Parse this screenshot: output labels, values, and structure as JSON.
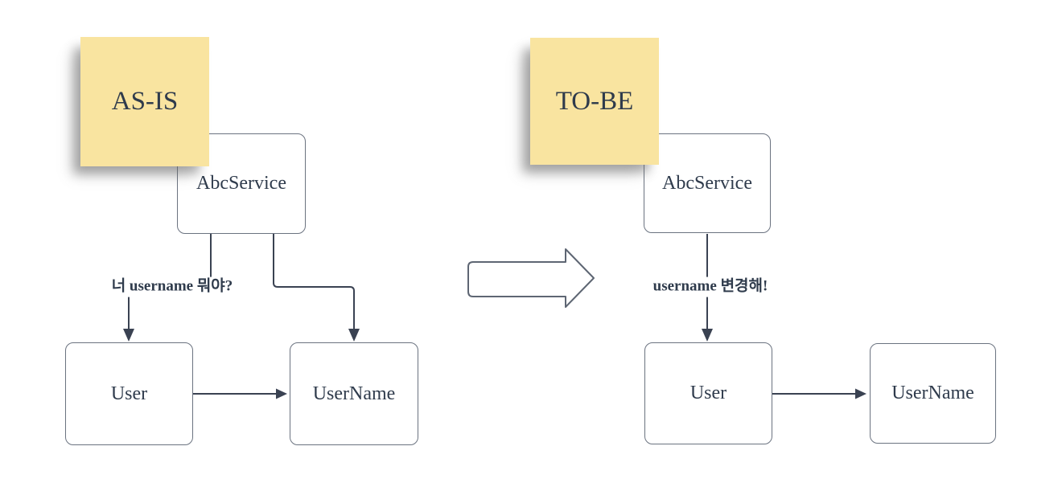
{
  "diagrams": {
    "as_is": {
      "note_label": "AS-IS",
      "service_box_label": "AbcService",
      "user_box_label": "User",
      "username_box_label": "UserName",
      "edge_label": "너 username 뭐야?"
    },
    "to_be": {
      "note_label": "TO-BE",
      "service_box_label": "AbcService",
      "user_box_label": "User",
      "username_box_label": "UserName",
      "edge_label": "username 변경해!"
    }
  },
  "icons": {
    "transition_arrow": "block-arrow-right"
  },
  "colors": {
    "background": "#FFFFFF",
    "note_fill": "#F9E4A0",
    "text": "#2F3B4C",
    "box_border": "#6B7380",
    "edge_stroke": "#3A4252",
    "block_arrow_stroke": "#5E6673"
  }
}
